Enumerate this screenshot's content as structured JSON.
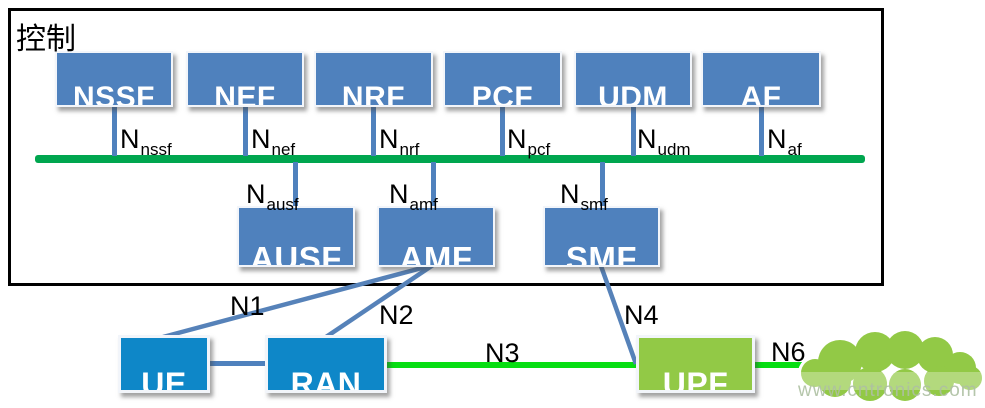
{
  "control": {
    "label": "控制"
  },
  "nodes": {
    "top": [
      {
        "label": "NSSF"
      },
      {
        "label": "NEF"
      },
      {
        "label": "NRF"
      },
      {
        "label": "PCF"
      },
      {
        "label": "UDM"
      },
      {
        "label": "AF"
      }
    ],
    "middle": [
      {
        "label": "AUSF"
      },
      {
        "label": "AMF"
      },
      {
        "label": "SMF"
      }
    ],
    "bottom": [
      {
        "label": "UE"
      },
      {
        "label": "RAN"
      },
      {
        "label": "UPF"
      }
    ]
  },
  "interfaces": {
    "bus_top": [
      {
        "base": "N",
        "sub": "nssf"
      },
      {
        "base": "N",
        "sub": "nef"
      },
      {
        "base": "N",
        "sub": "nrf"
      },
      {
        "base": "N",
        "sub": "pcf"
      },
      {
        "base": "N",
        "sub": "udm"
      },
      {
        "base": "N",
        "sub": "af"
      }
    ],
    "bus_bottom": [
      {
        "base": "N",
        "sub": "ausf"
      },
      {
        "base": "N",
        "sub": "amf"
      },
      {
        "base": "N",
        "sub": "smf"
      }
    ]
  },
  "links": {
    "n1": "N1",
    "n2": "N2",
    "n3": "N3",
    "n4": "N4",
    "n6": "N6"
  },
  "watermark": "www.cntronics.com",
  "colors": {
    "nf_box": "#4F81BD",
    "access_box": "#0E87C8",
    "upf_box": "#92C946",
    "bus": "#00A64F",
    "user_plane_link": "#06DE12",
    "connector": "#4F81BD",
    "border": "#000000",
    "cloud": "#92C946",
    "watermark_text": "#aec0a2"
  }
}
